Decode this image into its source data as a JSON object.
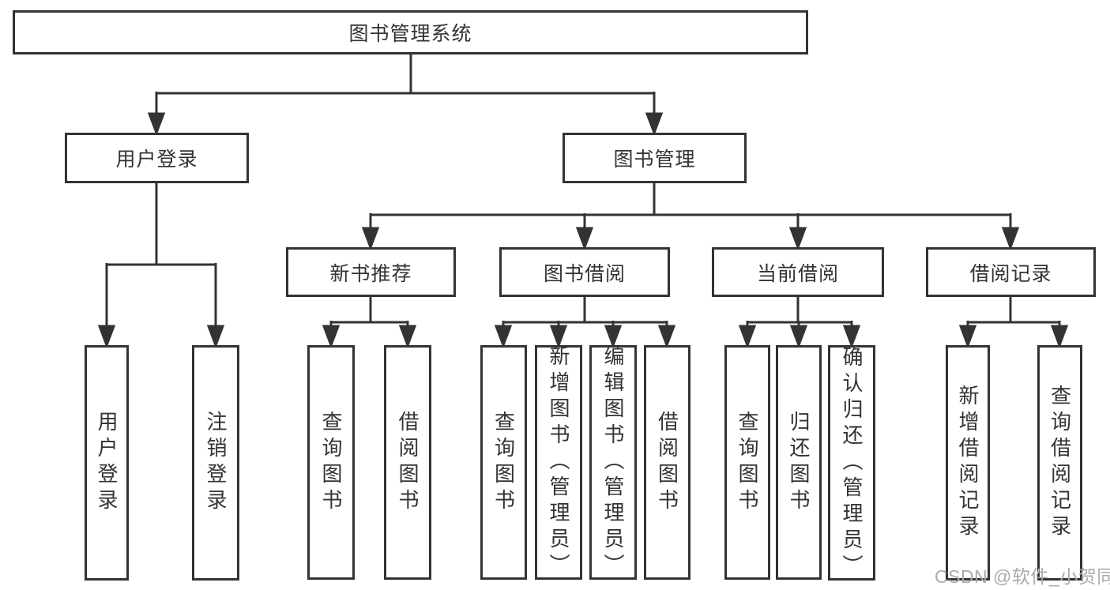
{
  "diagram": {
    "root": "图书管理系统",
    "user_branch": {
      "label": "用户登录",
      "children": [
        "用户登录",
        "注销登录"
      ]
    },
    "mgmt_branch": {
      "label": "图书管理",
      "modules": [
        {
          "label": "新书推荐",
          "children": [
            "查询图书",
            "借阅图书"
          ]
        },
        {
          "label": "图书借阅",
          "children": [
            "查询图书",
            "新增图书（管理员）",
            "编辑图书（管理员）",
            "借阅图书"
          ]
        },
        {
          "label": "当前借阅",
          "children": [
            "查询图书",
            "归还图书",
            "确认归还（管理员）"
          ]
        },
        {
          "label": "借阅记录",
          "children": [
            "新增借阅记录",
            "查询借阅记录"
          ]
        }
      ]
    }
  },
  "watermark": {
    "text": "CSDN @软件_小贺同学"
  },
  "colors": {
    "line": "#333333",
    "text": "#333333",
    "box_background": "#ffffff",
    "page_background": "#ffffff",
    "watermark": "#ababab"
  }
}
